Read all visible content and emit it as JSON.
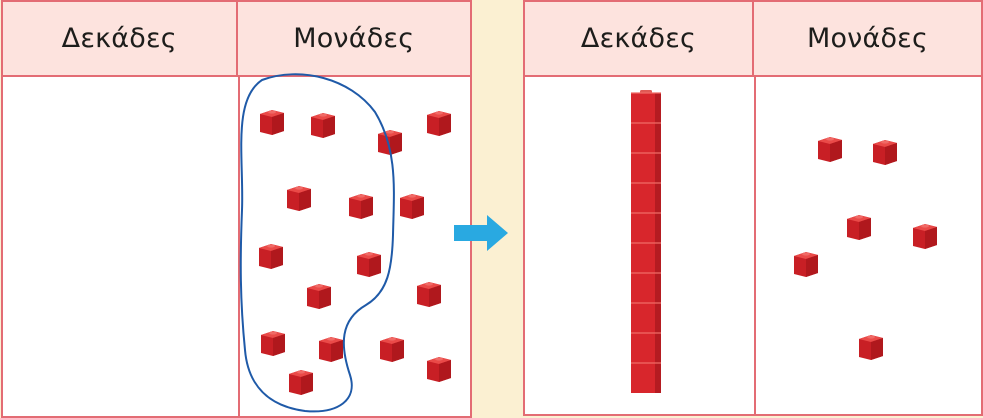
{
  "left_table": {
    "tens_header": "Δεκάδες",
    "units_header": "Μονάδες"
  },
  "right_table": {
    "tens_header": "Δεκάδες",
    "units_header": "Μονάδες"
  },
  "left_units_cubes": 16,
  "right_tens_rods": 1,
  "rod_segments": 10,
  "right_units_cubes": 6,
  "icons": {
    "arrow": "arrow-right-icon",
    "cube": "unit-cube-icon",
    "rod": "ten-rod-icon",
    "group": "grouping-loop"
  },
  "colors": {
    "border": "#e36c74",
    "header_bg": "#fde3de",
    "page_bg": "#fbf0d2",
    "cube": "#d8262c",
    "arrow": "#29a9e1",
    "loop": "#1f5aa8"
  }
}
